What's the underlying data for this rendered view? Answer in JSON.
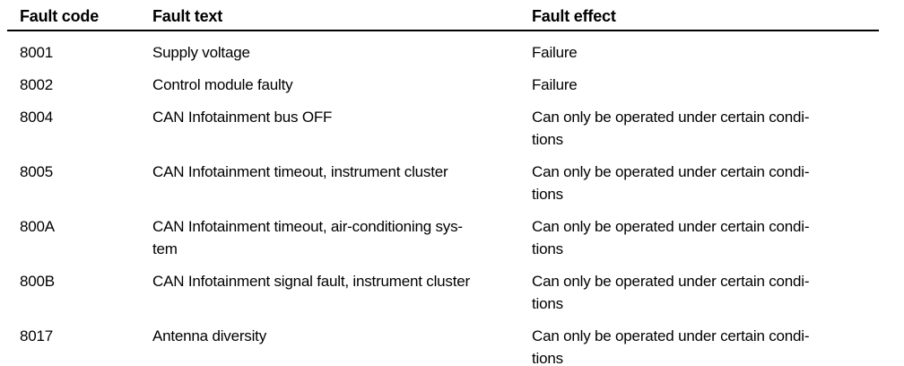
{
  "table": {
    "name": "fault-code-table",
    "headers": [
      "Fault code",
      "Fault text",
      "Fault effect"
    ],
    "rows": [
      {
        "code": "8001",
        "text": "Supply voltage",
        "effect": "Failure"
      },
      {
        "code": "8002",
        "text": "Control module faulty",
        "effect": "Failure"
      },
      {
        "code": "8004",
        "text": "CAN Infotainment bus OFF",
        "effect": "Can only be operated under certain condi-\ntions"
      },
      {
        "code": "8005",
        "text": "CAN Infotainment timeout, instrument cluster",
        "effect": "Can only be operated under certain condi-\ntions"
      },
      {
        "code": "800A",
        "text": "CAN Infotainment timeout, air-conditioning sys-\ntem",
        "effect": "Can only be operated under certain condi-\ntions"
      },
      {
        "code": "800B",
        "text": "CAN Infotainment signal fault, instrument cluster",
        "effect": "Can only be operated under certain condi-\ntions"
      },
      {
        "code": "8017",
        "text": "Antenna diversity",
        "effect": "Can only be operated under certain condi-\ntions"
      }
    ],
    "colors": {
      "text": "#000000",
      "rule": "#000000",
      "background": "#ffffff"
    }
  }
}
